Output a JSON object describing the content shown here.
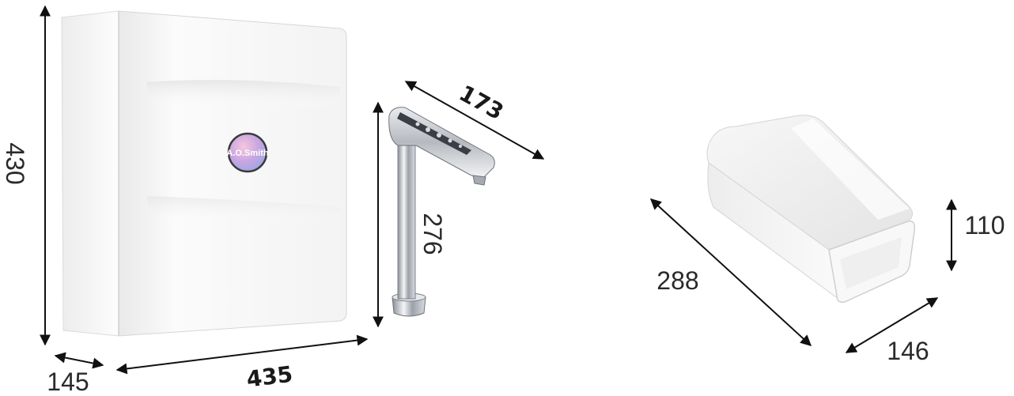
{
  "purifier": {
    "brand_logo": "A.O.Smith",
    "height": "430",
    "depth": "145",
    "width": "435"
  },
  "faucet": {
    "reach": "173",
    "height": "276"
  },
  "filter_box": {
    "length": "288",
    "width": "146",
    "height": "110"
  },
  "colors": {
    "line": "#111111",
    "text": "#2a2a2a",
    "body": "#f6f6f6"
  },
  "icons": [
    "logo-badge-icon"
  ]
}
